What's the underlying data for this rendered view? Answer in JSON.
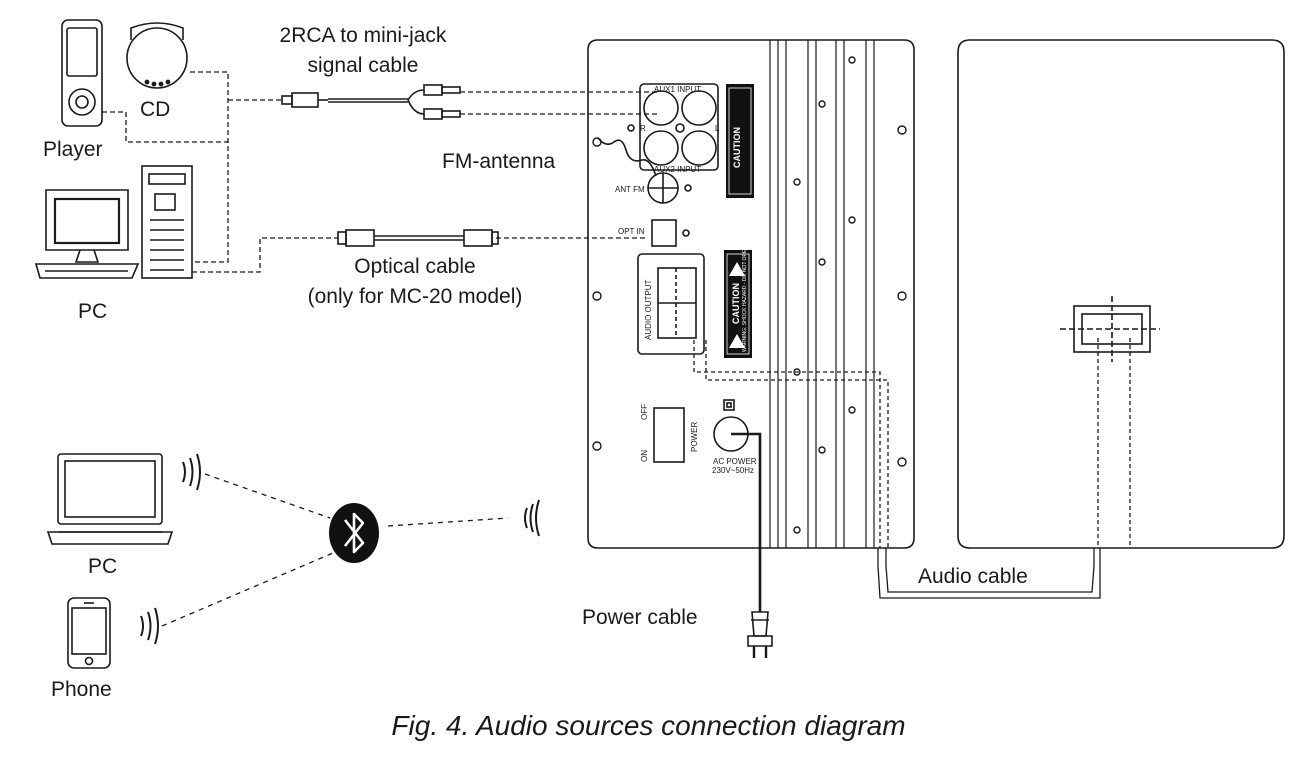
{
  "sources": {
    "player": "Player",
    "cd": "CD",
    "pc_wired": "PC",
    "pc_bluetooth": "PC",
    "phone": "Phone"
  },
  "cables": {
    "rca_line1": "2RCA to mini-jack",
    "rca_line2": "signal cable",
    "optical_line1": "Optical cable",
    "optical_line2": "(only for MC-20 model)",
    "fm_antenna": "FM-antenna",
    "power": "Power cable",
    "audio": "Audio cable"
  },
  "panel": {
    "aux1": "AUX1 INPUT",
    "aux2": "AUX2 INPUT",
    "r": "R",
    "l": "L",
    "ant_fm": "ANT FM",
    "opt_in": "OPT IN",
    "audio_output": "AUDIO OUTPUT",
    "off": "OFF",
    "on": "ON",
    "power_switch": "POWER",
    "ac_power": "AC POWER",
    "ac_rating": "230V~50Hz",
    "caution": "CAUTION",
    "warning_text": "WARNING: SHOCK HAZARD - DO NOT OPEN"
  },
  "caption": "Fig. 4. Audio sources connection diagram",
  "icons": [
    "mp3-player-icon",
    "cd-player-icon",
    "desktop-pc-icon",
    "laptop-icon",
    "smartphone-icon",
    "bluetooth-icon",
    "wireless-signal-icon",
    "power-plug-icon"
  ]
}
